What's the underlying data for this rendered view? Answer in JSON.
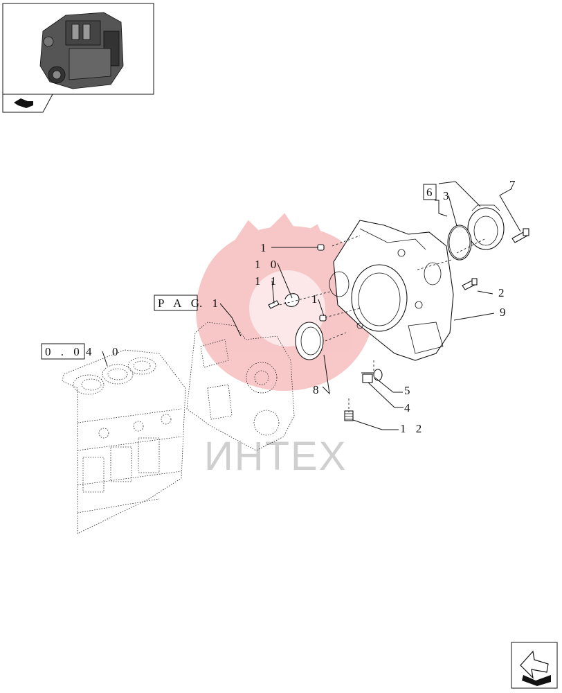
{
  "watermark": {
    "text": "ИНТЕХ",
    "color": "#f2b9b9"
  },
  "callouts": {
    "c1a": "1",
    "c10": "1 0",
    "c11": "1 1",
    "c1b": "1",
    "c2": "2",
    "c3": "3",
    "c4": "4",
    "c5": "5",
    "c7": "7",
    "c8": "8",
    "c9": "9",
    "c12": "1 2",
    "c0": "0",
    "c6_box": "6",
    "pag_box": "P A G",
    "pag_num": ". 1",
    "ref_box": "0 . 0",
    "ref_num": "4"
  },
  "icons": {
    "thumbnail": "engine-thumbnail-icon",
    "nav": "next-page-arrow-icon"
  }
}
